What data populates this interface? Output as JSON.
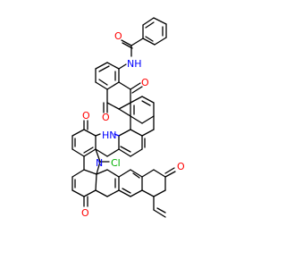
{
  "colors": {
    "carbon": "#000000",
    "oxygen": "#ff0000",
    "nitrogen": "#0000ff",
    "chlorine": "#00b000",
    "background": "#ffffff"
  },
  "atoms": {
    "amide_oxygen": "O",
    "amide_nh": "NH",
    "ketone_o1": "O",
    "ketone_o2": "O",
    "ring_nh": "HN",
    "ketone_o3": "O",
    "indole_n": "N",
    "chlorine": "Cl",
    "ketone_o4": "O",
    "ketone_o5": "O"
  }
}
